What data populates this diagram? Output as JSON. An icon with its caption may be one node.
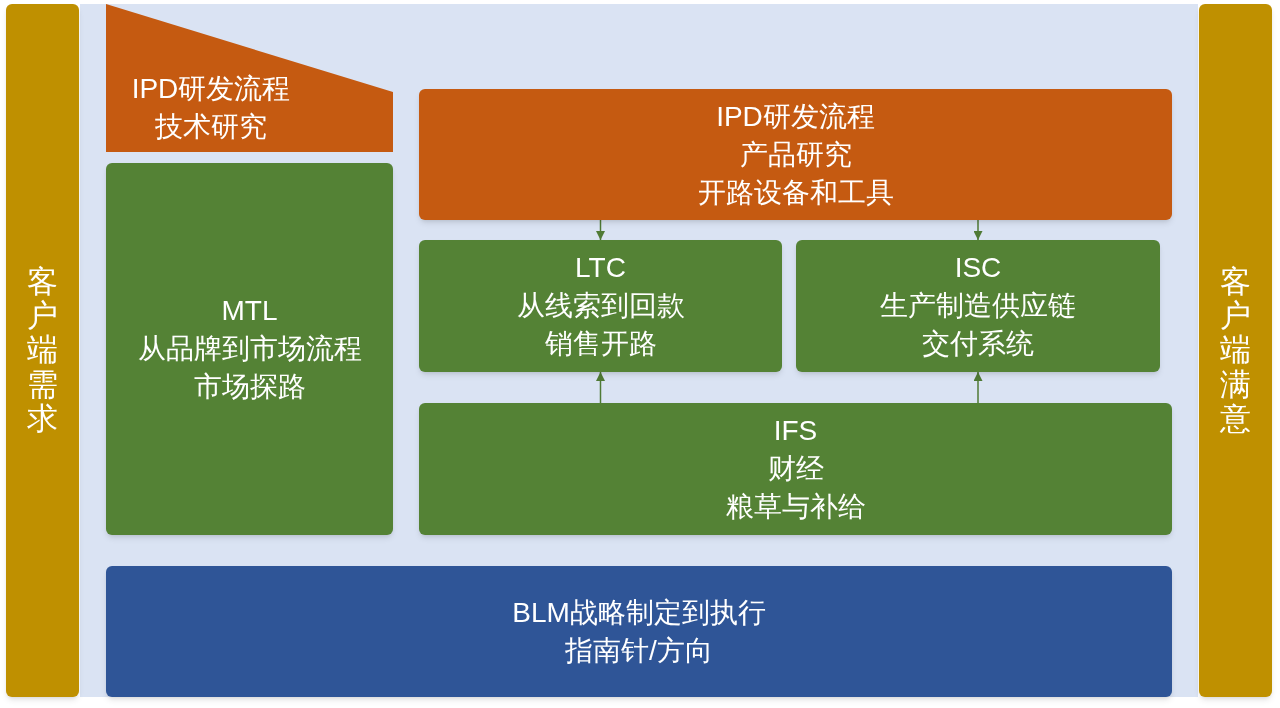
{
  "diagram": {
    "nodes": [
      {
        "text": [
          "客户端需求"
        ]
      },
      {
        "text": [
          "IPD研发流程",
          "技术研究"
        ]
      },
      {
        "text": [
          "MTL",
          "从品牌到市场流程",
          "市场探路"
        ]
      },
      {
        "text": [
          "IPD研发流程",
          "产品研究",
          "开路设备和工具"
        ]
      },
      {
        "text": [
          "LTC",
          "从线索到回款",
          "销售开路"
        ]
      },
      {
        "text": [
          "ISC",
          "生产制造供应链",
          "交付系统"
        ]
      },
      {
        "text": [
          "IFS",
          "财经",
          "粮草与补给"
        ]
      },
      {
        "text": [
          "BLM战略制定到执行",
          "指南针/方向"
        ]
      },
      {
        "text": [
          "客户端满意"
        ]
      }
    ],
    "edges": [
      {
        "from": 3,
        "to": 4,
        "arrow": "to"
      },
      {
        "from": 3,
        "to": 5,
        "arrow": "to"
      },
      {
        "from": 6,
        "to": 4,
        "arrow": "to"
      },
      {
        "from": 6,
        "to": 5,
        "arrow": "to"
      }
    ]
  }
}
